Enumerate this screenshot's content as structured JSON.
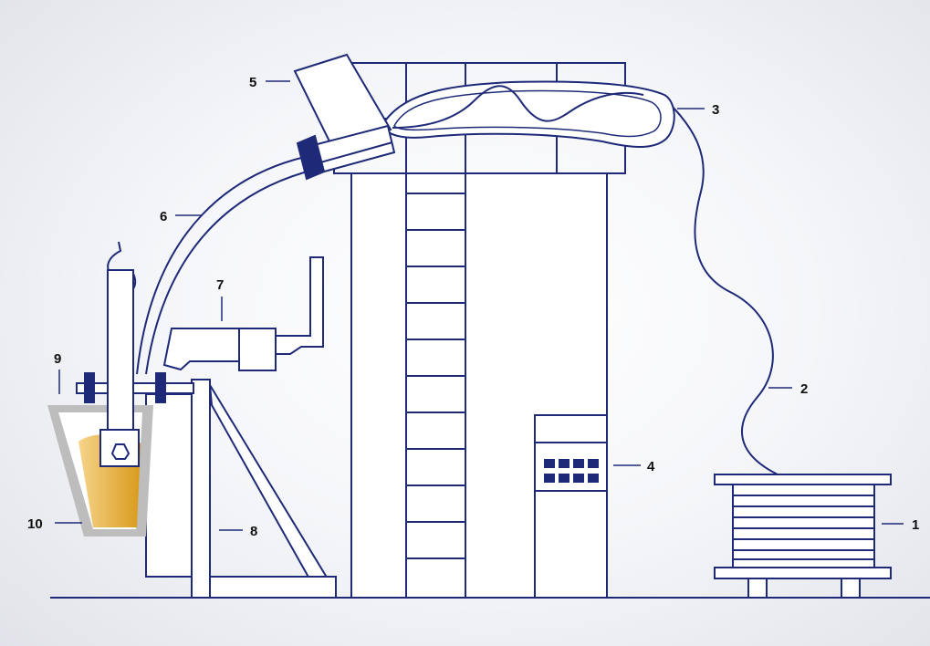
{
  "colors": {
    "line": "#1e2a78",
    "accent_block": "#1e2a78",
    "melt_light": "#f6d48a",
    "melt_dark": "#d99a1c",
    "ladle_lining": "#b9b9b9",
    "label_text": "#111111",
    "background": "#e6e8ec"
  },
  "callouts": [
    {
      "id": "1",
      "text": "1"
    },
    {
      "id": "2",
      "text": "2"
    },
    {
      "id": "3",
      "text": "3"
    },
    {
      "id": "4",
      "text": "4"
    },
    {
      "id": "5",
      "text": "5"
    },
    {
      "id": "6",
      "text": "6"
    },
    {
      "id": "7",
      "text": "7"
    },
    {
      "id": "8",
      "text": "8"
    },
    {
      "id": "9",
      "text": "9"
    },
    {
      "id": "10",
      "text": "10"
    }
  ]
}
